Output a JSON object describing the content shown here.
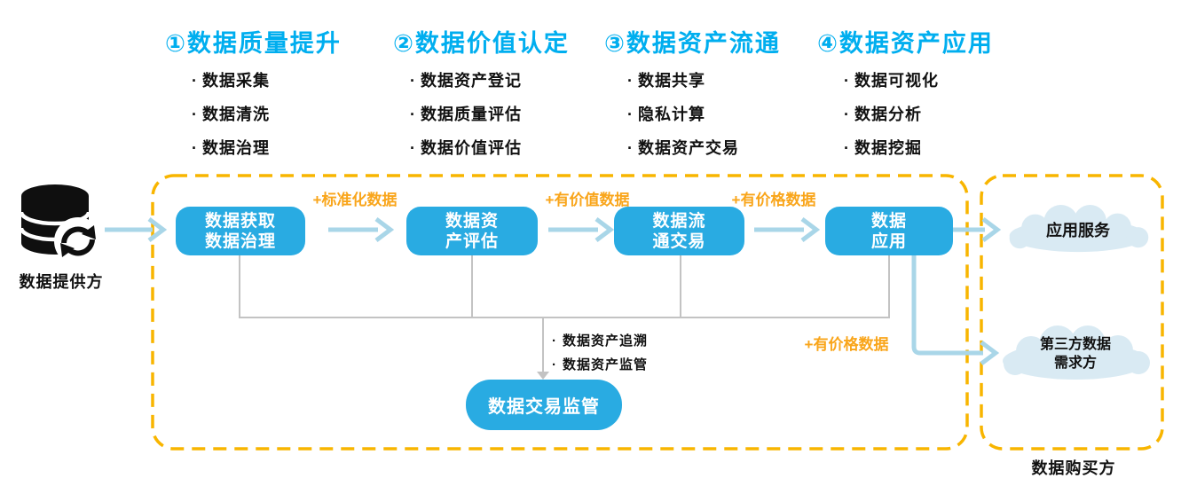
{
  "stages": [
    {
      "title": "①数据质量提升",
      "items": [
        "数据采集",
        "数据清洗",
        "数据治理"
      ]
    },
    {
      "title": "②数据价值认定",
      "items": [
        "数据资产登记",
        "数据质量评估",
        "数据价值评估"
      ]
    },
    {
      "title": "③数据资产流通",
      "items": [
        "数据共享",
        "隐私计算",
        "数据资产交易"
      ]
    },
    {
      "title": "④数据资产应用",
      "items": [
        "数据可视化",
        "数据分析",
        "数据挖掘"
      ]
    }
  ],
  "provider": {
    "label": "数据提供方"
  },
  "flow": {
    "boxes": [
      {
        "lines": [
          "数据获取",
          "数据治理"
        ]
      },
      {
        "lines": [
          "数据资",
          "产评估"
        ]
      },
      {
        "lines": [
          "数据流",
          "通交易"
        ]
      },
      {
        "lines": [
          "数据",
          "应用"
        ]
      }
    ],
    "arrow_labels": [
      "+标准化数据",
      "+有价值数据",
      "+有价格数据"
    ],
    "priced_data_label": "+有价格数据",
    "supervision": {
      "box_label": "数据交易监管",
      "items": [
        "数据资产追溯",
        "数据资产监管"
      ]
    }
  },
  "buyer": {
    "label": "数据购买方",
    "clouds": [
      {
        "lines": [
          "应用服务"
        ]
      },
      {
        "lines": [
          "第三方数据",
          "需求方"
        ]
      }
    ]
  },
  "colors": {
    "header_blue": "#00AEEF",
    "box_blue": "#29ABE2",
    "dashed_orange": "#F8B500",
    "label_orange": "#F9A51A",
    "arrow_blue": "#A9D6E8",
    "connector_gray": "#C3C3C3",
    "cloud_blue": "#D9EAF3"
  }
}
